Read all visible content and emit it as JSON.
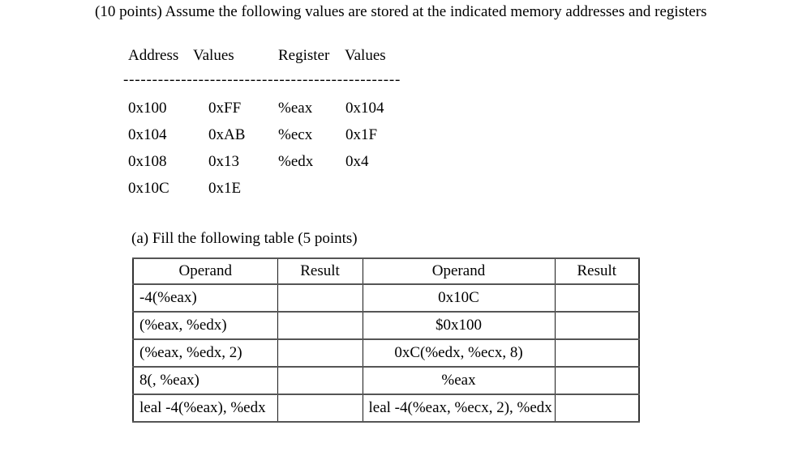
{
  "question": {
    "text": "(10 points) Assume the following values are stored at the indicated memory addresses and registers"
  },
  "memory_table": {
    "col_headers": {
      "address": "Address",
      "values": "Values",
      "register": "Register",
      "register_values": "Values"
    },
    "divider": "------------------------------------------------",
    "rows": [
      {
        "address": "0x100",
        "value": "0xFF",
        "register": "%eax",
        "reg_value": "0x104"
      },
      {
        "address": "0x104",
        "value": "0xAB",
        "register": "%ecx",
        "reg_value": "0x1F"
      },
      {
        "address": "0x108",
        "value": "0x13",
        "register": "%edx",
        "reg_value": "0x4"
      },
      {
        "address": "0x10C",
        "value": "0x1E",
        "register": "",
        "reg_value": ""
      }
    ]
  },
  "part_a": {
    "heading": "(a) Fill the following table (5 points)"
  },
  "operand_table": {
    "headers": [
      "Operand",
      "Result",
      "Operand",
      "Result"
    ],
    "rows": [
      {
        "operand_left": "-4(%eax)",
        "result_left": "",
        "operand_right": "0x10C",
        "result_right": ""
      },
      {
        "operand_left": "(%eax, %edx)",
        "result_left": "",
        "operand_right": "$0x100",
        "result_right": ""
      },
      {
        "operand_left": "(%eax, %edx, 2)",
        "result_left": "",
        "operand_right": "0xC(%edx, %ecx, 8)",
        "result_right": ""
      },
      {
        "operand_left": "8(, %eax)",
        "result_left": "",
        "operand_right": "%eax",
        "result_right": ""
      },
      {
        "operand_left": "leal -4(%eax), %edx",
        "result_left": "",
        "operand_right": "leal -4(%eax, %ecx, 2), %edx",
        "result_right": ""
      }
    ]
  }
}
